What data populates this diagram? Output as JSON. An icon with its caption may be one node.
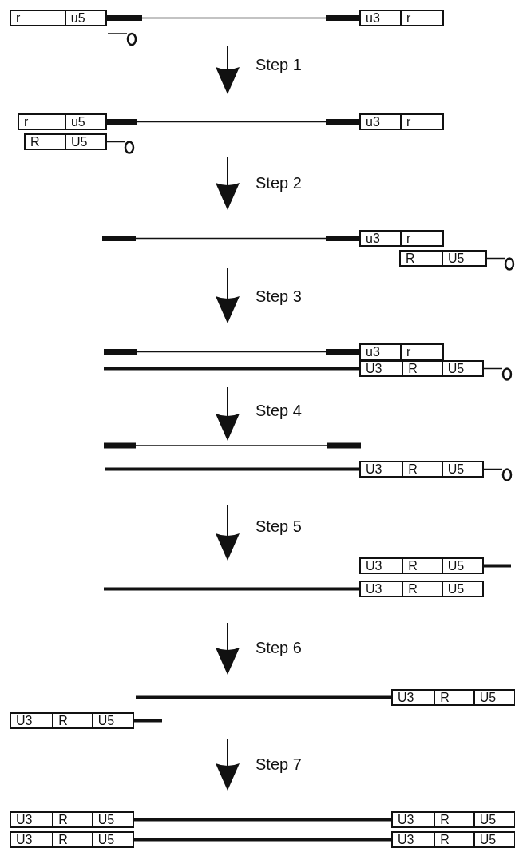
{
  "diagram": {
    "nodes": [
      {
        "text": [
          "r",
          "u5"
        ]
      },
      {
        "text": [
          "u3",
          "r"
        ]
      },
      {
        "text": [
          "r",
          "u5"
        ]
      },
      {
        "text": [
          "u3",
          "r"
        ]
      },
      {
        "text": [
          "R",
          "U5"
        ]
      },
      {
        "text": [
          "u3",
          "r"
        ]
      },
      {
        "text": [
          "R",
          "U5"
        ]
      },
      {
        "text": [
          "u3",
          "r"
        ]
      },
      {
        "text": [
          "U3",
          "R",
          "U5"
        ]
      },
      {
        "text": [
          "U3",
          "R",
          "U5"
        ]
      },
      {
        "text": [
          "U3",
          "R",
          "U5"
        ]
      },
      {
        "text": [
          "U3",
          "R",
          "U5"
        ]
      },
      {
        "text": [
          "U3",
          "R",
          "U5"
        ]
      },
      {
        "text": [
          "U3",
          "R",
          "U5"
        ]
      },
      {
        "text": [
          "U3",
          "R",
          "U5"
        ]
      },
      {
        "text": [
          "U3",
          "R",
          "U5"
        ]
      },
      {
        "text": [
          "U3",
          "R",
          "U5"
        ]
      },
      {
        "text": [
          "U3",
          "R",
          "U5"
        ]
      }
    ],
    "edges": [
      {
        "from": 0,
        "to": 1,
        "arrow": "none"
      },
      {
        "from": 2,
        "to": 3,
        "arrow": "none"
      },
      {
        "from": null,
        "to": 5,
        "arrow": "none"
      },
      {
        "from": null,
        "to": 7,
        "arrow": "none"
      },
      {
        "from": null,
        "to": 8,
        "arrow": "none"
      },
      {
        "from": null,
        "to": 9,
        "arrow": "none"
      },
      {
        "from": 10,
        "to": null,
        "arrow": "none"
      },
      {
        "from": null,
        "to": 11,
        "arrow": "none"
      },
      {
        "from": null,
        "to": 12,
        "arrow": "none"
      },
      {
        "from": 13,
        "to": null,
        "arrow": "none"
      },
      {
        "from": 14,
        "to": 15,
        "arrow": "none"
      },
      {
        "from": 16,
        "to": 17,
        "arrow": "none"
      }
    ],
    "labels": [
      "Step 1",
      "Step 2",
      "Step 3",
      "Step 4",
      "Step 5",
      "Step 6",
      "Step 7"
    ]
  }
}
